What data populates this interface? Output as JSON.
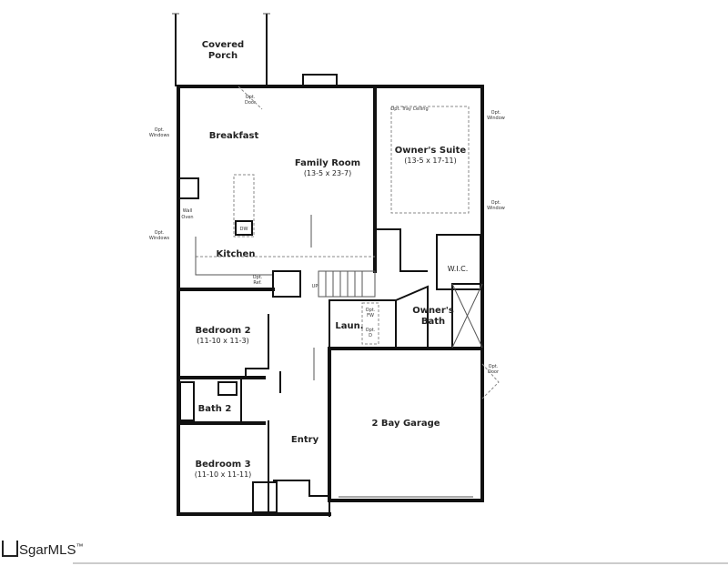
{
  "floorplan": {
    "rooms": {
      "covered_porch": [
        "Covered",
        "Porch"
      ],
      "breakfast": "Breakfast",
      "family_room": {
        "name": "Family Room",
        "dims": "(13-5 x 23-7)"
      },
      "owners_suite": {
        "name": "Owner's Suite",
        "dims": "(13-5 x 17-11)"
      },
      "kitchen": "Kitchen",
      "wic": "W.I.C.",
      "owners_bath": [
        "Owner's",
        "Bath"
      ],
      "laundry": "Laun.",
      "bedroom2": {
        "name": "Bedroom 2",
        "dims": "(11-10 x 11-3)"
      },
      "bath2": "Bath 2",
      "bedroom3": {
        "name": "Bedroom 3",
        "dims": "(11-10 x 11-11)"
      },
      "entry": "Entry",
      "garage": "2 Bay Garage"
    },
    "notes": {
      "opt_door_top": [
        "Opt.",
        "Door"
      ],
      "opt_windows_left1": [
        "Opt.",
        "Windows"
      ],
      "opt_windows_left2": [
        "Opt.",
        "Windows"
      ],
      "opt_window_right1": [
        "Opt.",
        "Window"
      ],
      "opt_window_right2": [
        "Opt.",
        "Window"
      ],
      "opt_tray_ceiling": "Opt. Tray Ceiling",
      "wall_oven": [
        "Wall",
        "Oven"
      ],
      "dishwasher": "DW",
      "opt_ref": [
        "Opt.",
        "Ref."
      ],
      "stairs_up": "UP",
      "opt_fw": [
        "Opt.",
        "FW"
      ],
      "opt_d": [
        "Opt.",
        "D"
      ],
      "opt_door_garage": [
        "Opt.",
        "Door"
      ]
    }
  },
  "watermark": {
    "logo_text": "SgarMLS",
    "trademark": "™"
  }
}
